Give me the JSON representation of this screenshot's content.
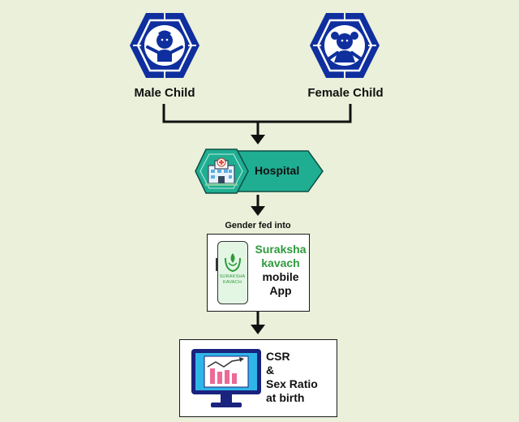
{
  "nodes": {
    "male_child": {
      "label": "Male Child",
      "icon": "boy-child-icon"
    },
    "female_child": {
      "label": "Female Child",
      "icon": "girl-child-icon"
    },
    "hospital": {
      "label": "Hospital",
      "icon": "hospital-icon"
    },
    "connector_label": "Gender fed into",
    "app": {
      "name_line1": "Suraksha",
      "name_line2": "kavach",
      "line3": "mobile",
      "line4": "App",
      "phone_logo_line1": "SURAKSHA",
      "phone_logo_line2": "KAVACH"
    },
    "output": {
      "line1": "CSR",
      "line2": "&",
      "line3": "Sex Ratio",
      "line4": "at birth",
      "icon": "monitor-chart-icon"
    }
  },
  "colors": {
    "background": "#eaf0d9",
    "hex_blue": "#0f2f9e",
    "teal": "#1fae92",
    "brand_green": "#2e9a3c",
    "arrow": "#111111"
  }
}
